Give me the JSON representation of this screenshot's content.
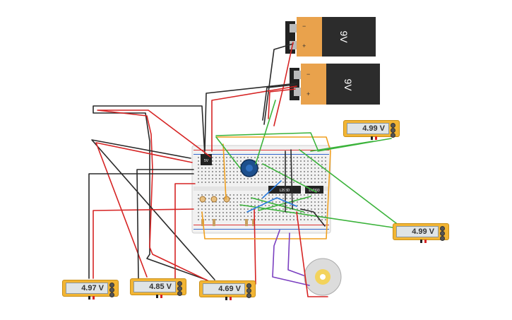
{
  "batteries": [
    {
      "label": "9V",
      "minus": "−",
      "plus": "+"
    },
    {
      "label": "9V",
      "minus": "−",
      "plus": "+"
    }
  ],
  "chips": {
    "regulator": "5V",
    "ic1": "L293D",
    "ic2": "LM393"
  },
  "meters": {
    "top_right": "4.99 V",
    "mid_right": "4.99 V",
    "bottom_1": "4.97 V",
    "bottom_2": "4.85 V",
    "bottom_3": "4.69 V"
  },
  "colors": {
    "wire_red": "#d62424",
    "wire_black": "#2a2a2a",
    "wire_green": "#3bb33b",
    "wire_orange": "#f0a020",
    "wire_purple": "#7a3fc0",
    "meter_body": "#f2b534"
  }
}
